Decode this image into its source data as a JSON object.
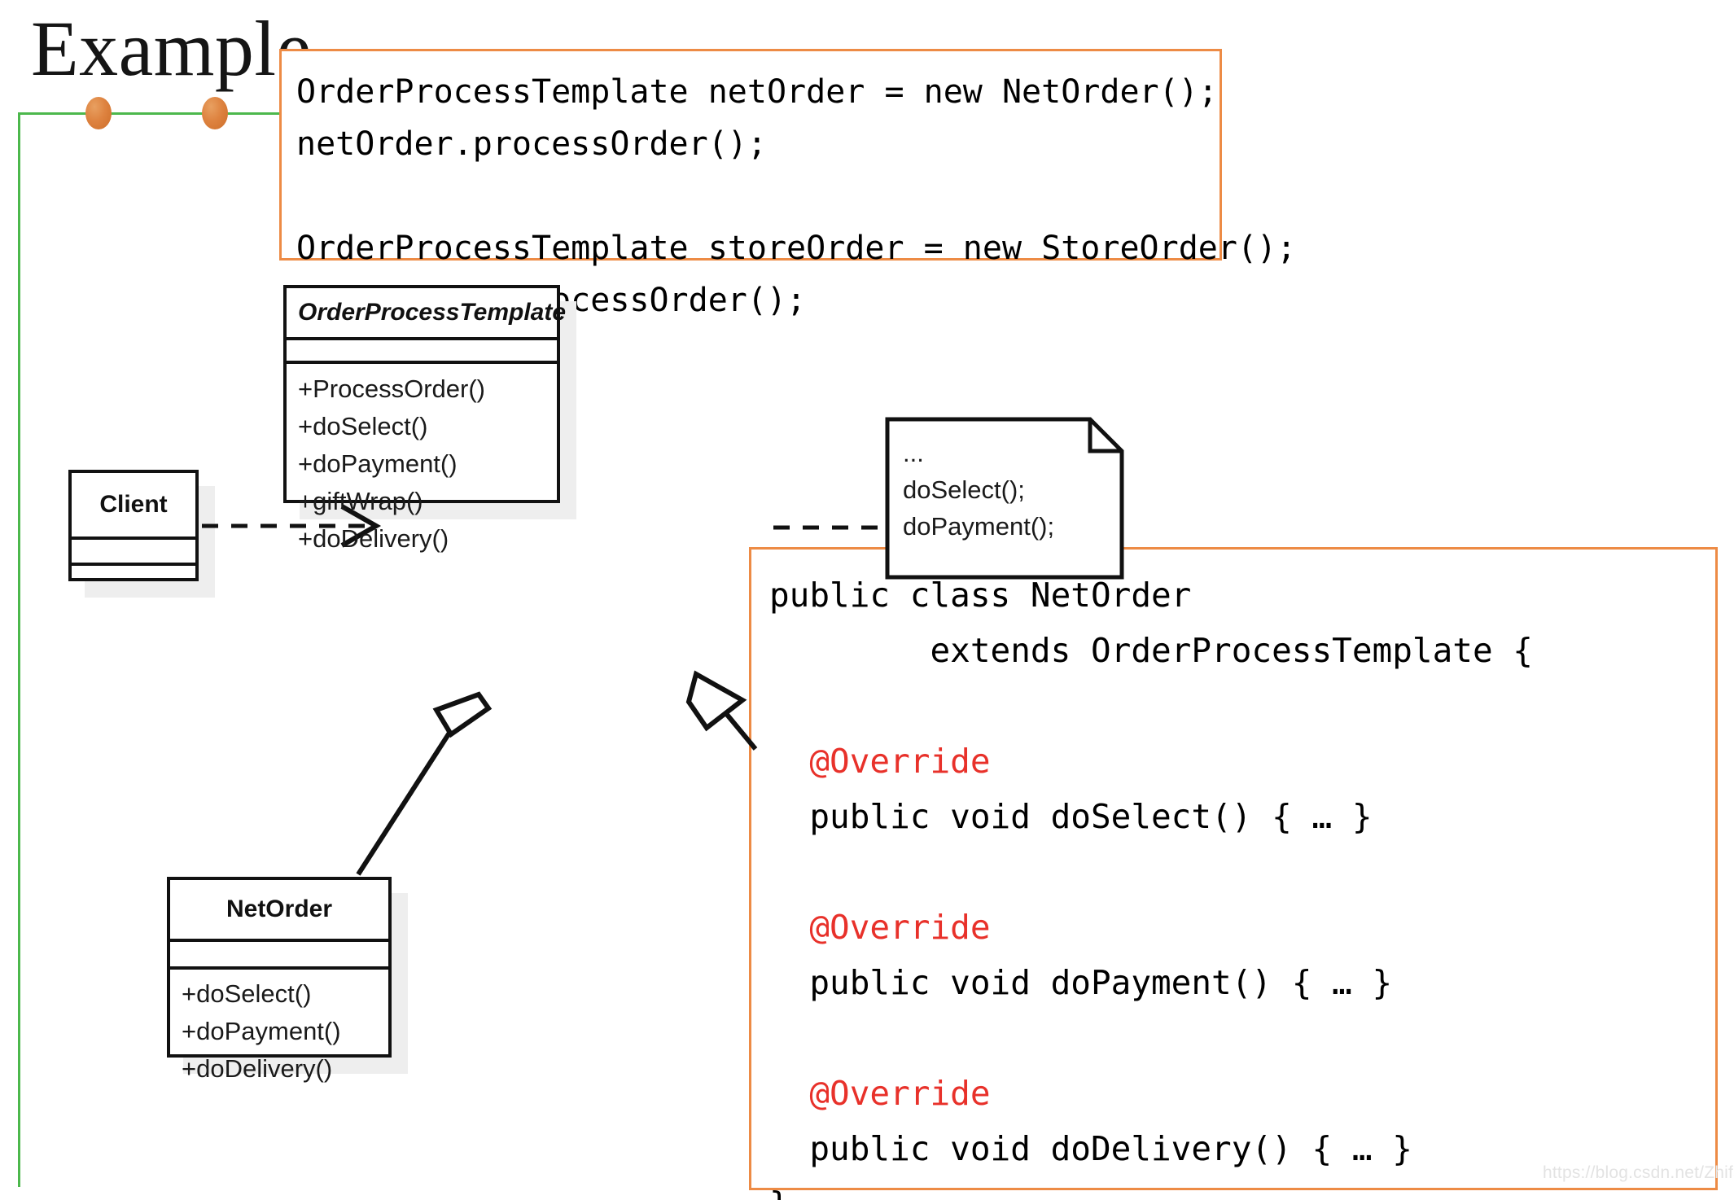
{
  "slide": {
    "title": "Example",
    "watermark": "https://blog.csdn.net/ZhifanSk"
  },
  "colors": {
    "accent_orange": "#ed8b45",
    "decor_green": "#4cb84c",
    "decor_dot": "#de8340",
    "annotation_red": "#e8312a",
    "uml_stroke": "#111111",
    "shadow_gray": "#eeeeee"
  },
  "code_top": {
    "lines": [
      "OrderProcessTemplate netOrder = new NetOrder();",
      "netOrder.processOrder();",
      "",
      "OrderProcessTemplate storeOrder = new StoreOrder();",
      "storeOrder.processOrder();"
    ]
  },
  "code_bottom": {
    "lines": [
      {
        "text": "public class NetOrder",
        "style": "plain"
      },
      {
        "text": "        extends OrderProcessTemplate {",
        "style": "plain"
      },
      {
        "text": "",
        "style": "blank"
      },
      {
        "text": "  @Override",
        "style": "annotation"
      },
      {
        "text": "  public void doSelect() { … }",
        "style": "plain"
      },
      {
        "text": "",
        "style": "blank"
      },
      {
        "text": "  @Override",
        "style": "annotation"
      },
      {
        "text": "  public void doPayment() { … }",
        "style": "plain"
      },
      {
        "text": "",
        "style": "blank"
      },
      {
        "text": "  @Override",
        "style": "annotation"
      },
      {
        "text": "  public void doDelivery() { … }",
        "style": "plain"
      },
      {
        "text": "}",
        "style": "plain"
      }
    ]
  },
  "uml": {
    "client": {
      "name": "Client",
      "attributes": "",
      "operations": ""
    },
    "order_process_template": {
      "name": "OrderProcessTemplate",
      "attributes": "",
      "operations": "+ProcessOrder()\n+doSelect()\n+doPayment()\n+giftWrap()\n+doDelivery()"
    },
    "net_order": {
      "name": "NetOrder",
      "attributes": "",
      "operations": "+doSelect()\n+doPayment()\n+doDelivery()"
    },
    "note": {
      "text": "...\ndoSelect();\ndoPayment();"
    }
  }
}
